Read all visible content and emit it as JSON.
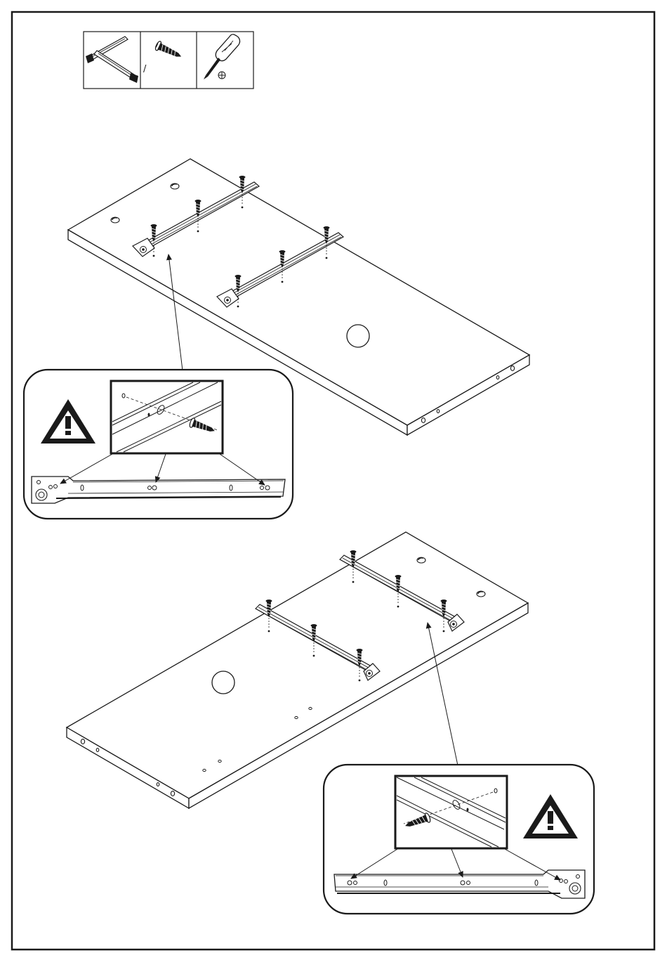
{
  "page": {
    "border_color": "#1a1a1a",
    "ink_color": "#1a1a1a",
    "background": "#ffffff"
  },
  "parts_box": {
    "cells": [
      {
        "icon": "drawer-slide-icon",
        "separator_text": "/"
      },
      {
        "icon": "screw-icon"
      },
      {
        "icon": "phillips-screwdriver-icon"
      }
    ]
  },
  "panel_top": {
    "slides": 2,
    "screws_per_slide": 3
  },
  "panel_bottom": {
    "slides": 2,
    "screws_per_slide": 3
  },
  "callouts": [
    {
      "icon": "warning-icon",
      "target": "front-slide-mounting-holes"
    },
    {
      "icon": "warning-icon",
      "target": "front-slide-mounting-holes"
    }
  ]
}
